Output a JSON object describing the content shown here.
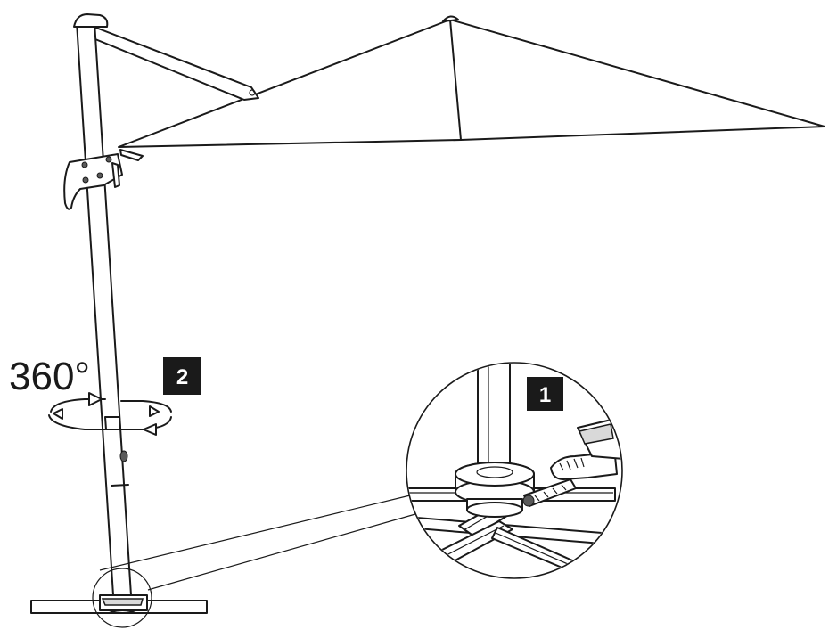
{
  "rotation_label": "360°",
  "step_badges": [
    "2",
    "1"
  ],
  "colors": {
    "line": "#1a1a1a",
    "badge_bg": "#1a1a1a",
    "badge_text": "#ffffff",
    "background": "#ffffff"
  },
  "icons": [
    "rotation-arrows-icon",
    "foot-pedal-icon"
  ]
}
